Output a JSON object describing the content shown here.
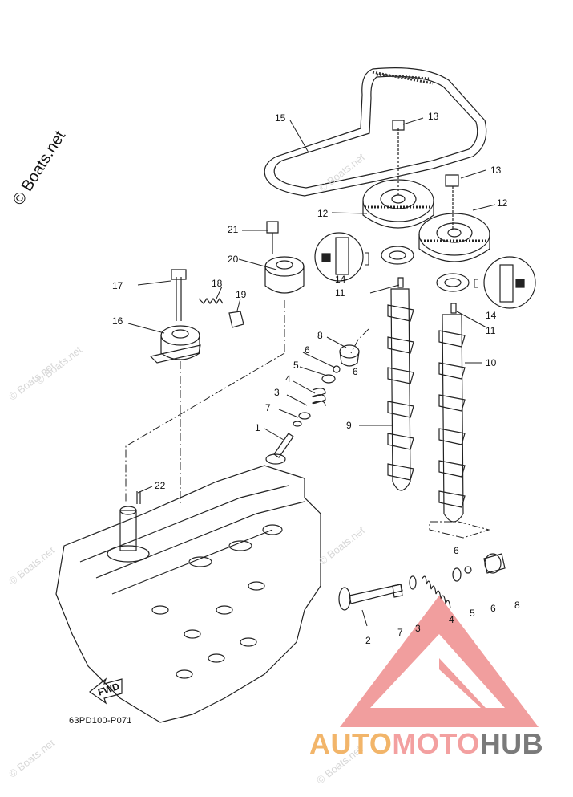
{
  "watermark": {
    "copyright_label": "© Boats.net",
    "repeat_text": "© Boats.net"
  },
  "diagram": {
    "part_code": "63PD100-P071",
    "fwd_label": "FWD",
    "callouts": [
      "15",
      "13",
      "13",
      "12",
      "12",
      "21",
      "20",
      "14",
      "14",
      "11",
      "11",
      "17",
      "18",
      "19",
      "16",
      "8",
      "6",
      "5",
      "6",
      "4",
      "3",
      "7",
      "1",
      "9",
      "10",
      "22",
      "6",
      "2",
      "7",
      "3",
      "4",
      "5",
      "6",
      "8"
    ]
  },
  "logo": {
    "part1": "AUTO",
    "part2": "MOTO",
    "part3": "HUB",
    "triangle_color": "#e85d5d",
    "auto_color": "#f2b56a",
    "moto_color": "#f3a0a0",
    "hub_color": "#7a7a7a"
  }
}
